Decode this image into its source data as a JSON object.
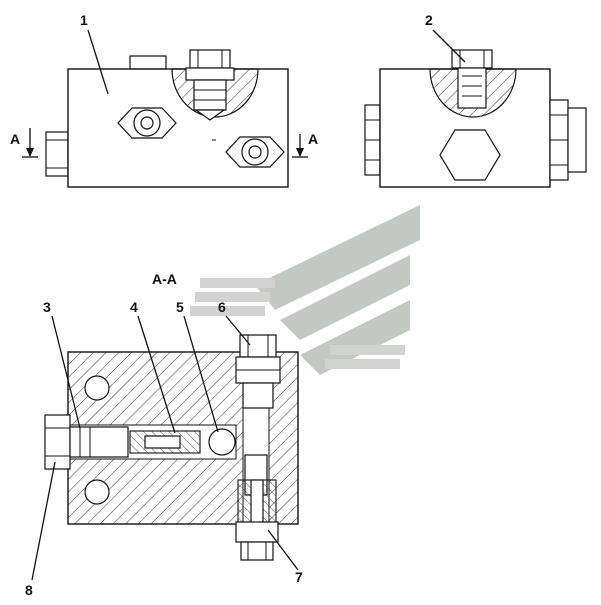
{
  "section_marker": "A",
  "section_title": "A-A",
  "callouts": [
    "1",
    "2",
    "3",
    "4",
    "5",
    "6",
    "7",
    "8"
  ],
  "watermark": "logo-chevrons"
}
